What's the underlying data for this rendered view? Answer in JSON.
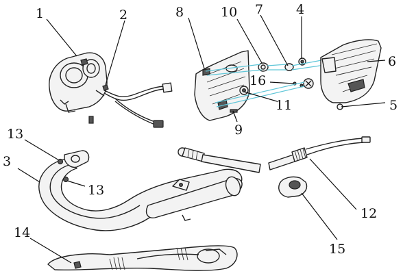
{
  "callouts": [
    {
      "id": "c1",
      "label": "1"
    },
    {
      "id": "c2",
      "label": "2"
    },
    {
      "id": "c3",
      "label": "3"
    },
    {
      "id": "c4",
      "label": "4"
    },
    {
      "id": "c5",
      "label": "5"
    },
    {
      "id": "c6",
      "label": "6"
    },
    {
      "id": "c7",
      "label": "7"
    },
    {
      "id": "c8",
      "label": "8"
    },
    {
      "id": "c9",
      "label": "9"
    },
    {
      "id": "c10",
      "label": "10"
    },
    {
      "id": "c11",
      "label": "11"
    },
    {
      "id": "c12",
      "label": "12"
    },
    {
      "id": "c13a",
      "label": "13"
    },
    {
      "id": "c13b",
      "label": "13"
    },
    {
      "id": "c14",
      "label": "14"
    },
    {
      "id": "c15",
      "label": "15"
    },
    {
      "id": "c16",
      "label": "16"
    }
  ]
}
